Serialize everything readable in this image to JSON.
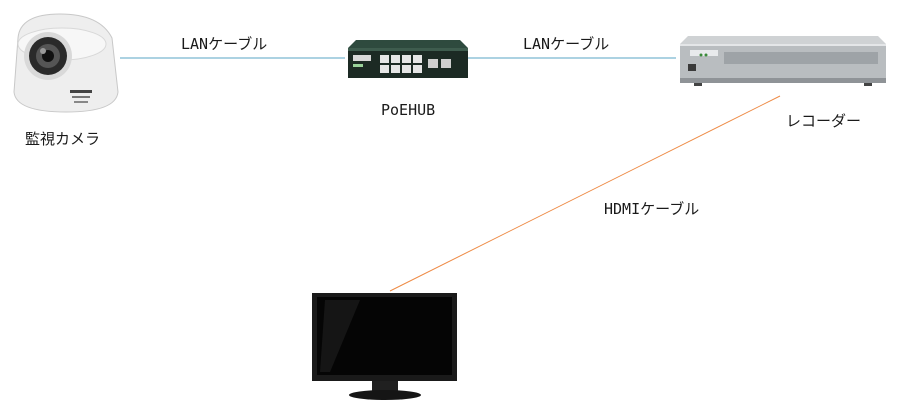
{
  "devices": {
    "camera": {
      "label": "監視カメラ",
      "icon": "dome-camera-icon"
    },
    "poe_hub": {
      "label": "PoEHUB",
      "icon": "network-switch-icon"
    },
    "recorder": {
      "label": "レコーダー",
      "icon": "recorder-icon"
    },
    "monitor": {
      "label": "",
      "icon": "monitor-icon"
    }
  },
  "connections": [
    {
      "from": "camera",
      "to": "poe_hub",
      "label": "LANケーブル",
      "color": "#5aa5c4"
    },
    {
      "from": "poe_hub",
      "to": "recorder",
      "label": "LANケーブル",
      "color": "#5aa5c4"
    },
    {
      "from": "recorder",
      "to": "monitor",
      "label": "HDMIケーブル",
      "color": "#ee8a44"
    }
  ]
}
